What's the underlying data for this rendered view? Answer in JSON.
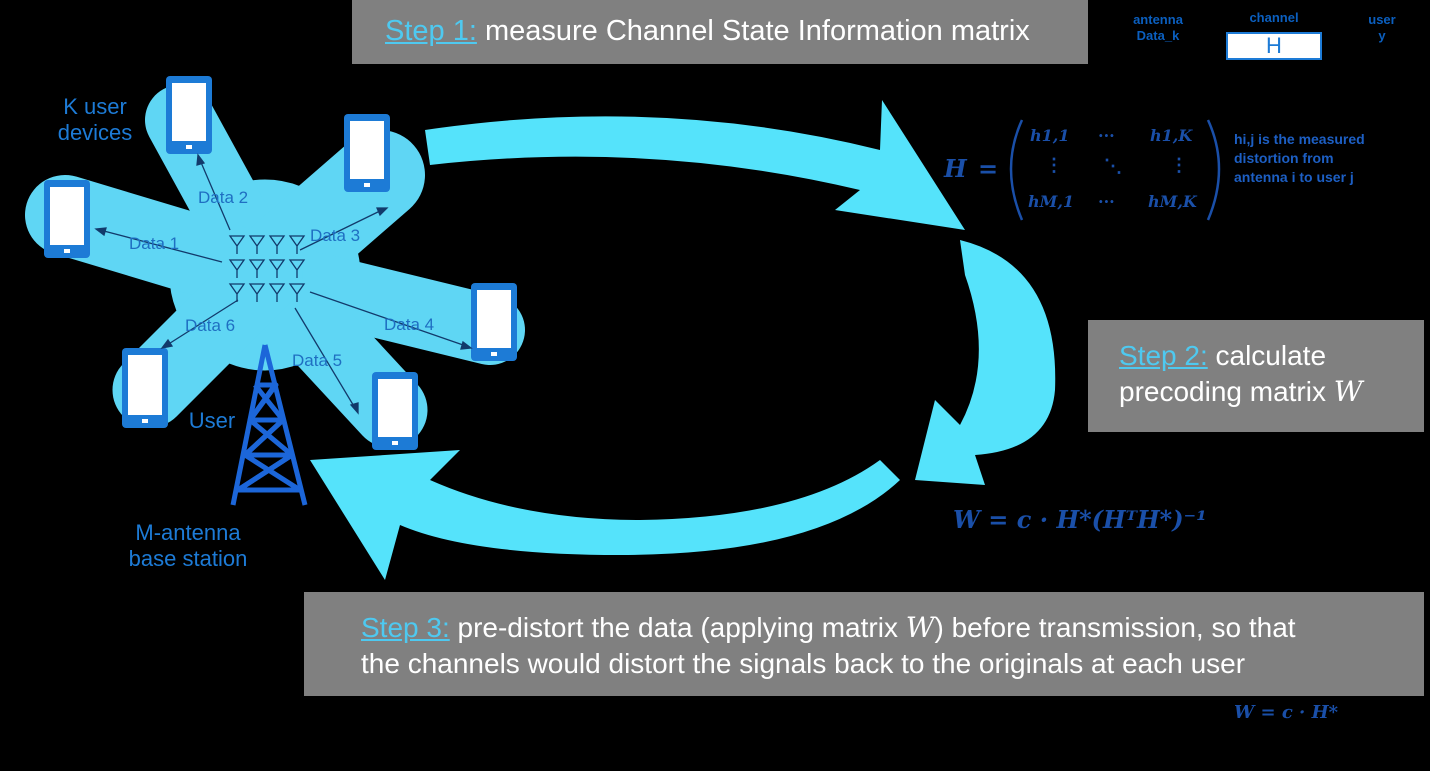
{
  "step1": {
    "link": "Step 1:",
    "text": " measure Channel State Information matrix"
  },
  "step2": {
    "link": "Step 2:",
    "line1": " calculate",
    "line2": "precoding matrix ",
    "var": "W"
  },
  "step3": {
    "link": "Step 3:",
    "line1_a": " pre-distort the data (applying matrix ",
    "line1_var": "W",
    "line1_b": ") before transmission, so that",
    "line2": "the channels would distort the signals back to the originals at each user"
  },
  "labels": {
    "k_user_l1": "K user",
    "k_user_l2": "devices",
    "user": "User",
    "base_l1": "M-antenna",
    "base_l2": "base station"
  },
  "data_labels": [
    "Data 1",
    "Data 2",
    "Data 3",
    "Data 4",
    "Data 5",
    "Data 6"
  ],
  "legend": {
    "antenna_l1": "antenna",
    "antenna_l2": "Data_k",
    "channel_l1": "channel",
    "channel_box": "H",
    "user_l1": "user",
    "user_l2": "y"
  },
  "matrix": {
    "lhs": "H",
    "eq": "=",
    "h11": "h1,1",
    "dots_h": "···",
    "h1k": "h1,K",
    "dots_v": "⋮",
    "dots_d": "⋱",
    "hm1": "hM,1",
    "hmk": "hM,K",
    "note_l1": "hi,j is the measured",
    "note_l2": "distortion from",
    "note_l3": "antenna i to user j"
  },
  "precoder_eq": "W = c · H*(HᵀH*)⁻¹",
  "alt_eq": "W = c · H*",
  "colors": {
    "arrow": "#55e3fb",
    "glow": "#5fd6f4",
    "step_bg": "#808080",
    "link": "#4ec9f0",
    "blue": "#1d7bd6",
    "tower": "#1c66d9"
  },
  "icons": [
    "phone-icon",
    "antenna-array-icon",
    "tower-icon",
    "cycle-arrow-icon"
  ]
}
